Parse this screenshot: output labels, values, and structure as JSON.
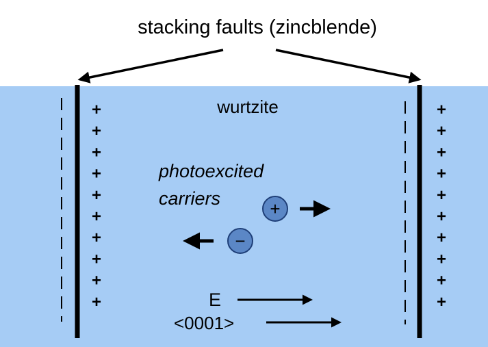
{
  "title": "stacking faults (zincblende)",
  "region_label": "wurtzite",
  "carriers_label_line1": "photoexcited",
  "carriers_label_line2": "carriers",
  "positive_carrier_symbol": "+",
  "negative_carrier_symbol": "−",
  "field_label": "E",
  "direction_label": "<0001>",
  "plus_sign": "+",
  "plus_count_per_column": 10,
  "colors": {
    "region_fill": "#a6ccf5",
    "carrier_fill": "#5b87c6",
    "fault_line": "#000000"
  }
}
